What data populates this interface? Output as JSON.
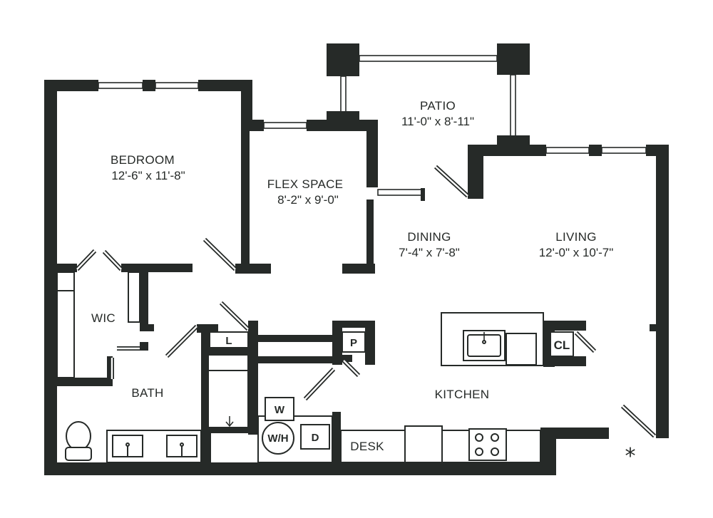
{
  "rooms": {
    "patio": {
      "name": "PATIO",
      "dims": "11'-0\" x 8'-11\""
    },
    "bedroom": {
      "name": "BEDROOM",
      "dims": "12'-6\" x 11'-8\""
    },
    "flex": {
      "name": "FLEX SPACE",
      "dims": "8'-2\" x 9'-0\""
    },
    "dining": {
      "name": "DINING",
      "dims": "7'-4\" x 7'-8\""
    },
    "living": {
      "name": "LIVING",
      "dims": "12'-0\" x 10'-7\""
    },
    "wic": {
      "name": "WIC"
    },
    "bath": {
      "name": "BATH"
    },
    "kitchen": {
      "name": "KITCHEN"
    },
    "desk": {
      "name": "DESK"
    }
  },
  "fixtures": {
    "linen": "L",
    "pantry": "P",
    "closet": "CL",
    "washer": "W",
    "water_heater": "W/H",
    "dryer": "D"
  },
  "marker": "*",
  "colors": {
    "wall": "#262a28",
    "background": "#ffffff"
  }
}
